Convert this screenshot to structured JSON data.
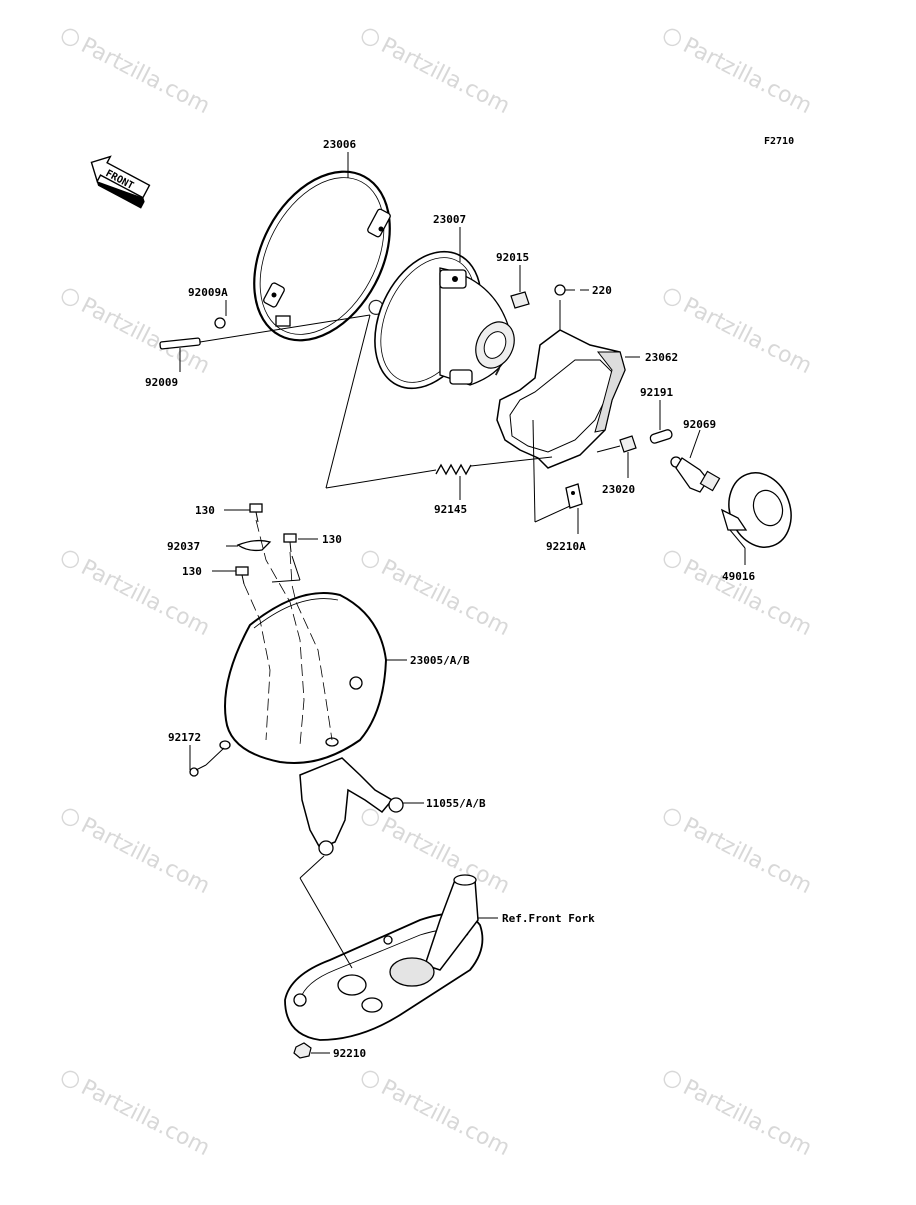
{
  "diagram": {
    "code": "F2710",
    "direction_label": "FRONT",
    "watermark": "Partzilla.com",
    "watermark_symbol": "©",
    "parts": [
      {
        "key": "p23006",
        "label": "23006"
      },
      {
        "key": "p23007",
        "label": "23007"
      },
      {
        "key": "p92015",
        "label": "92015"
      },
      {
        "key": "p220",
        "label": "220"
      },
      {
        "key": "p23062",
        "label": "23062"
      },
      {
        "key": "p92009A",
        "label": "92009A"
      },
      {
        "key": "p92009",
        "label": "92009"
      },
      {
        "key": "p92191",
        "label": "92191"
      },
      {
        "key": "p92069",
        "label": "92069"
      },
      {
        "key": "p23020",
        "label": "23020"
      },
      {
        "key": "p92145",
        "label": "92145"
      },
      {
        "key": "p92210A",
        "label": "92210A"
      },
      {
        "key": "p49016",
        "label": "49016"
      },
      {
        "key": "p130a",
        "label": "130"
      },
      {
        "key": "p92037",
        "label": "92037"
      },
      {
        "key": "p130b",
        "label": "130"
      },
      {
        "key": "p130c",
        "label": "130"
      },
      {
        "key": "p23005",
        "label": "23005/A/B"
      },
      {
        "key": "p92172",
        "label": "92172"
      },
      {
        "key": "p11055",
        "label": "11055/A/B"
      },
      {
        "key": "pfork",
        "label": "Ref.Front Fork"
      },
      {
        "key": "p92210",
        "label": "92210"
      }
    ]
  }
}
